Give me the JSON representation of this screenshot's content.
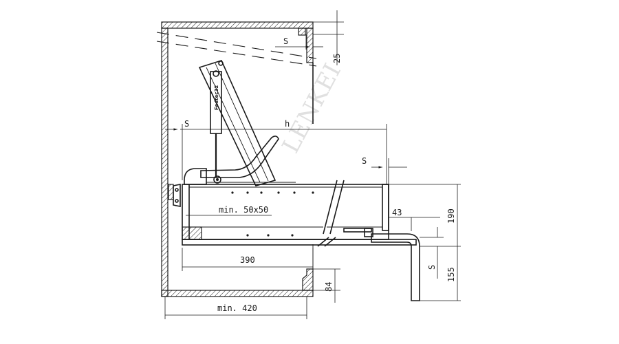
{
  "labels": {
    "s_top": "S",
    "dim_25": "25",
    "s_left": "S",
    "h": "h",
    "s_right": "S",
    "min_50x50": "min. 50x50",
    "dim_43": "43",
    "dim_190": "190",
    "dim_390": "390",
    "s_bottom": "S",
    "dim_155": "155",
    "dim_84": "84",
    "min_420": "min. 420",
    "brand": "Fedtec32",
    "watermark": "LENKEI"
  }
}
